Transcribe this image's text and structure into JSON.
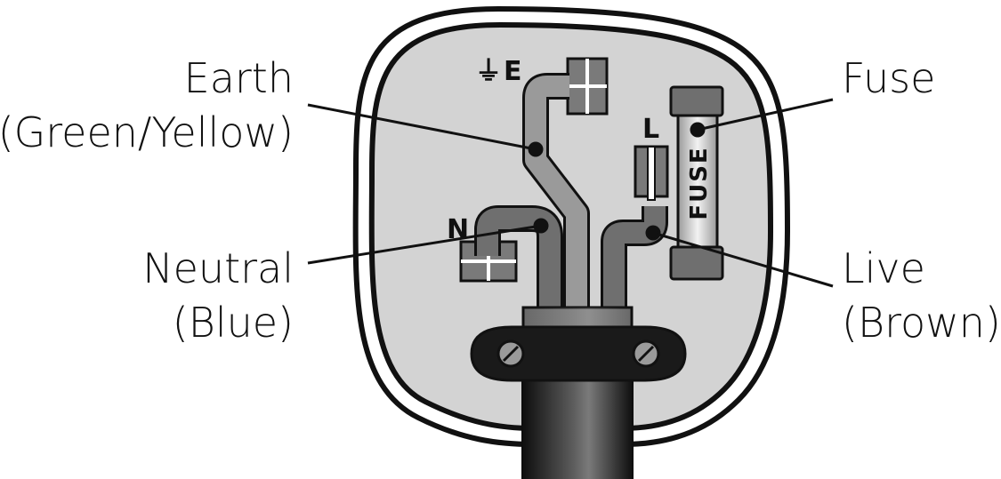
{
  "labels": {
    "earth_line1": "Earth",
    "earth_line2": "(Green/Yellow)",
    "neutral_line1": "Neutral",
    "neutral_line2": "(Blue)",
    "fuse": "Fuse",
    "live_line1": "Live",
    "live_line2": "(Brown)"
  },
  "terminals": {
    "earth_symbol": "⏚",
    "earth_letter": "E",
    "live_letter": "L",
    "neutral_letter": "N"
  },
  "fuse_body_text": "FUSE",
  "colors": {
    "plug_fill": "#d3d3d3",
    "outline": "#111111",
    "wire": "#8c8c8c",
    "terminal": "#7a7a7a",
    "cable": "#1e1e1e"
  }
}
